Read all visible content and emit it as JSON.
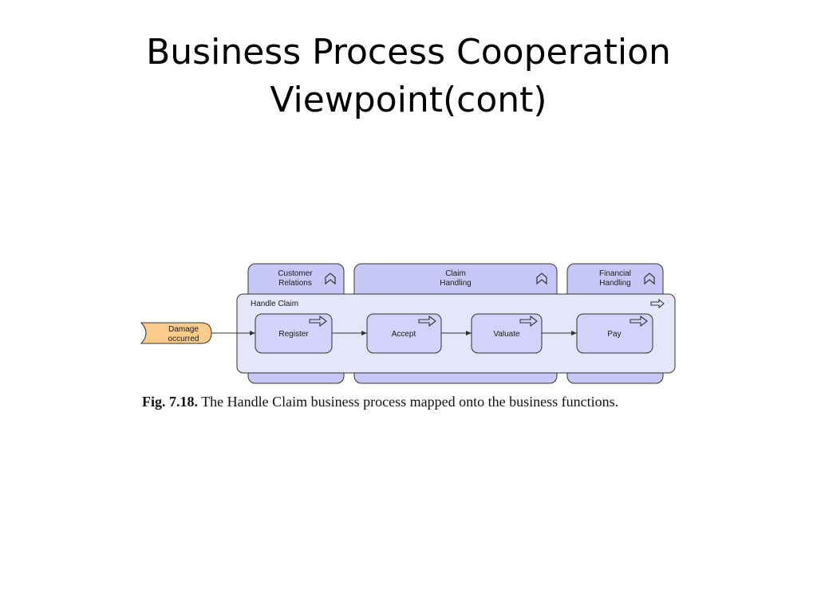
{
  "slide": {
    "title_line1": "Business Process Cooperation",
    "title_line2": "Viewpoint(cont)"
  },
  "diagram": {
    "functions": [
      {
        "line1": "Customer",
        "line2": "Relations",
        "icon": "business-function-icon"
      },
      {
        "line1": "Claim",
        "line2": "Handling",
        "icon": "business-function-icon"
      },
      {
        "line1": "Financial",
        "line2": "Handling",
        "icon": "business-function-icon"
      }
    ],
    "process": {
      "label": "Handle Claim",
      "icon": "business-process-arrow-icon"
    },
    "event": {
      "line1": "Damage",
      "line2": "occurred"
    },
    "steps": [
      {
        "label": "Register",
        "icon": "business-process-arrow-icon"
      },
      {
        "label": "Accept",
        "icon": "business-process-arrow-icon"
      },
      {
        "label": "Valuate",
        "icon": "business-process-arrow-icon"
      },
      {
        "label": "Pay",
        "icon": "business-process-arrow-icon"
      }
    ],
    "colors": {
      "function_fill": "#c8c8f8",
      "process_fill": "#e6e6fa",
      "step_fill": "#d2d2fa",
      "event_fill": "#fbcb8c",
      "stroke": "#333333"
    }
  },
  "caption": {
    "label": "Fig. 7.18.",
    "text": "The Handle Claim business process mapped onto the business functions."
  }
}
